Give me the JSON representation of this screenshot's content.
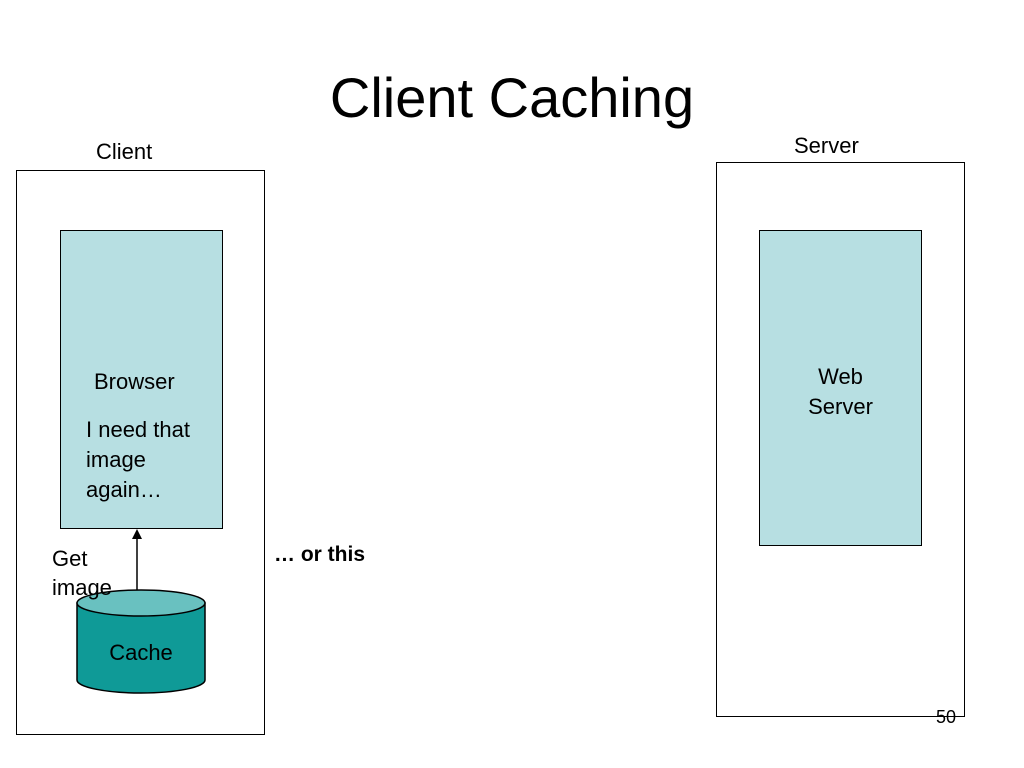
{
  "title": "Client Caching",
  "client": {
    "label": "Client",
    "browser_label": "Browser",
    "browser_note_lines": [
      "I need that",
      "image",
      "again…"
    ],
    "get_image_lines": [
      "Get",
      "image"
    ],
    "cache_label": "Cache"
  },
  "server": {
    "label": "Server",
    "web_server_lines": [
      "Web",
      "Server"
    ]
  },
  "middle_note": "… or this",
  "page_number": "50",
  "colors": {
    "browser_fill": "#b7dfe2",
    "cache_fill": "#0f9a97",
    "cache_top": "#69c1c0",
    "line": "#000000"
  }
}
